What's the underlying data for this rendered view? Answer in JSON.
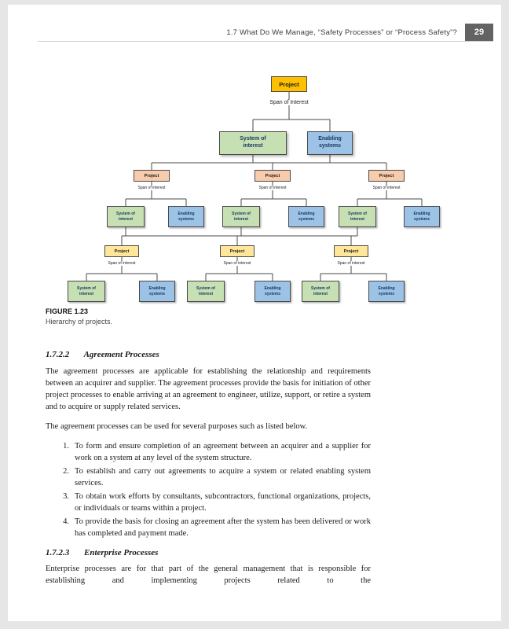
{
  "header": {
    "title": "1.7  What Do We Manage, “Safety Processes” or “Process Safety”?",
    "page_number": "29"
  },
  "figure": {
    "caption_label": "FIGURE 1.23",
    "caption_text": "Hierarchy of projects.",
    "labels": {
      "project": "Project",
      "span_top": "Span of Interest",
      "span": "Span of interest",
      "system": "System of interest",
      "enabling": "Enabling systems"
    }
  },
  "theme": {
    "project-top": "#FFC000",
    "project-mid": "#F8CBAD",
    "project-low": "#FFE699",
    "system-fill": "#C6E0B4",
    "enabling-fill": "#9CC2E5",
    "page-number-bg": "#636363",
    "line": "#4a4a4a"
  },
  "sections": [
    {
      "number": "1.7.2.2",
      "title": "Agreement Processes",
      "paragraphs": [
        "The agreement processes are applicable for establishing the relationship and requirements between an acquirer and supplier. The agreement processes provide the basis for initiation of other project processes to enable arriving at an agreement to engineer, utilize, support, or retire a system and to acquire or supply related services.",
        "The agreement processes can be used for several purposes such as listed below."
      ],
      "list": [
        {
          "num": "1.",
          "text": "To form and ensure completion of an agreement between an acquirer and a supplier for work on a system at any level of the system structure."
        },
        {
          "num": "2.",
          "text": "To establish and carry out agreements to acquire a system or related enabling system services."
        },
        {
          "num": "3.",
          "text": "To obtain work efforts by consultants, subcontractors, functional organizations, projects, or individuals or teams within a project."
        },
        {
          "num": "4.",
          "text": "To provide the basis for closing an agreement after the system has been delivered or work has completed and payment made."
        }
      ]
    },
    {
      "number": "1.7.2.3",
      "title": "Enterprise Processes",
      "paragraphs": [
        "Enterprise processes are for that part of the general management that is responsible for establishing and implementing projects related to the"
      ]
    }
  ]
}
